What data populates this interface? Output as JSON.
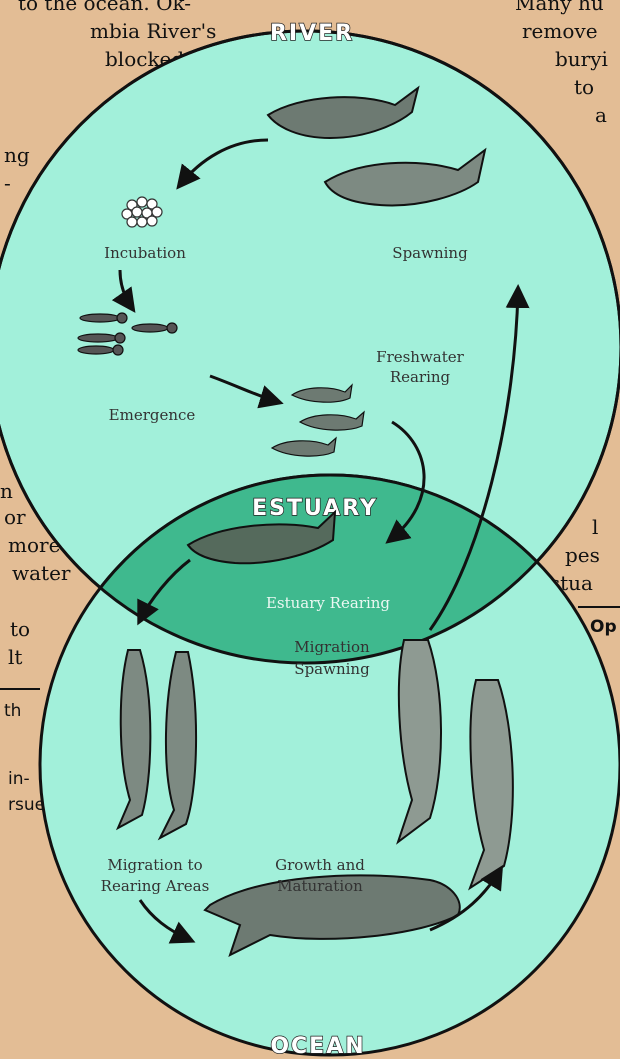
{
  "left_text": [
    "to the ocean. Ok-",
    "mbia River's",
    "blocked",
    "ng",
    "-",
    "n",
    "or",
    "more",
    "water",
    "to",
    "lt",
    "th",
    "in-",
    "rsue"
  ],
  "right_text": [
    "Many hu",
    "remove",
    "buryi",
    "to",
    "a",
    "l",
    "pes",
    "estua",
    "Op"
  ],
  "section_labels": {
    "river": "RIVER",
    "estuary": "ESTUARY",
    "ocean": "OCEAN"
  },
  "stage_labels": {
    "incubation": "Incubation",
    "spawning": "Spawning",
    "emergence": "Emergence",
    "freshwater_rearing": [
      "Freshwater",
      "Rearing"
    ],
    "estuary_rearing": "Estuary Rearing",
    "migration_spawning": [
      "Migration",
      "Spawning"
    ],
    "migration_to_rearing": [
      "Migration to",
      "Rearing Areas"
    ],
    "growth_maturation": [
      "Growth and",
      "Maturation"
    ]
  },
  "colors": {
    "background": "#e3bd95",
    "circle_fill": "#a2f0da",
    "estuary_fill": "#3fb98e",
    "outline": "#111111"
  }
}
